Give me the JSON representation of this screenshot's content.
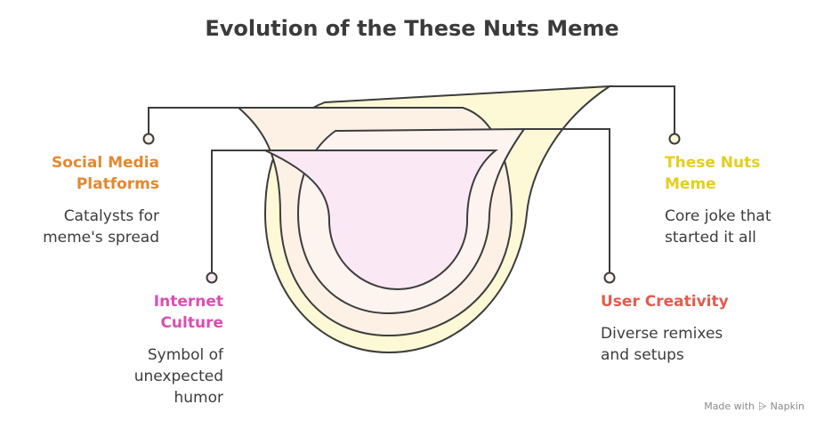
{
  "title": "Evolution of the These Nuts Meme",
  "items": [
    {
      "label": "Social Media Platforms",
      "description": "Catalysts for meme's spread",
      "color": "#e2892f"
    },
    {
      "label": "These Nuts Meme",
      "description": "Core joke that started it all",
      "color": "#e3cf1e"
    },
    {
      "label": "Internet Culture",
      "description": "Symbol of unexpected humor",
      "color": "#d94fb0"
    },
    {
      "label": "User Creativity",
      "description": "Diverse remixes and setups",
      "color": "#e35b4e"
    }
  ],
  "footer": {
    "made_with": "Made with",
    "brand": "Napkin"
  },
  "colors": {
    "outline": "#3c3c3c",
    "layer_outer": "#fdf8d6",
    "layer_2": "#fdf1e6",
    "layer_3": "#fdf3ef",
    "layer_inner": "#fbe8f5"
  }
}
